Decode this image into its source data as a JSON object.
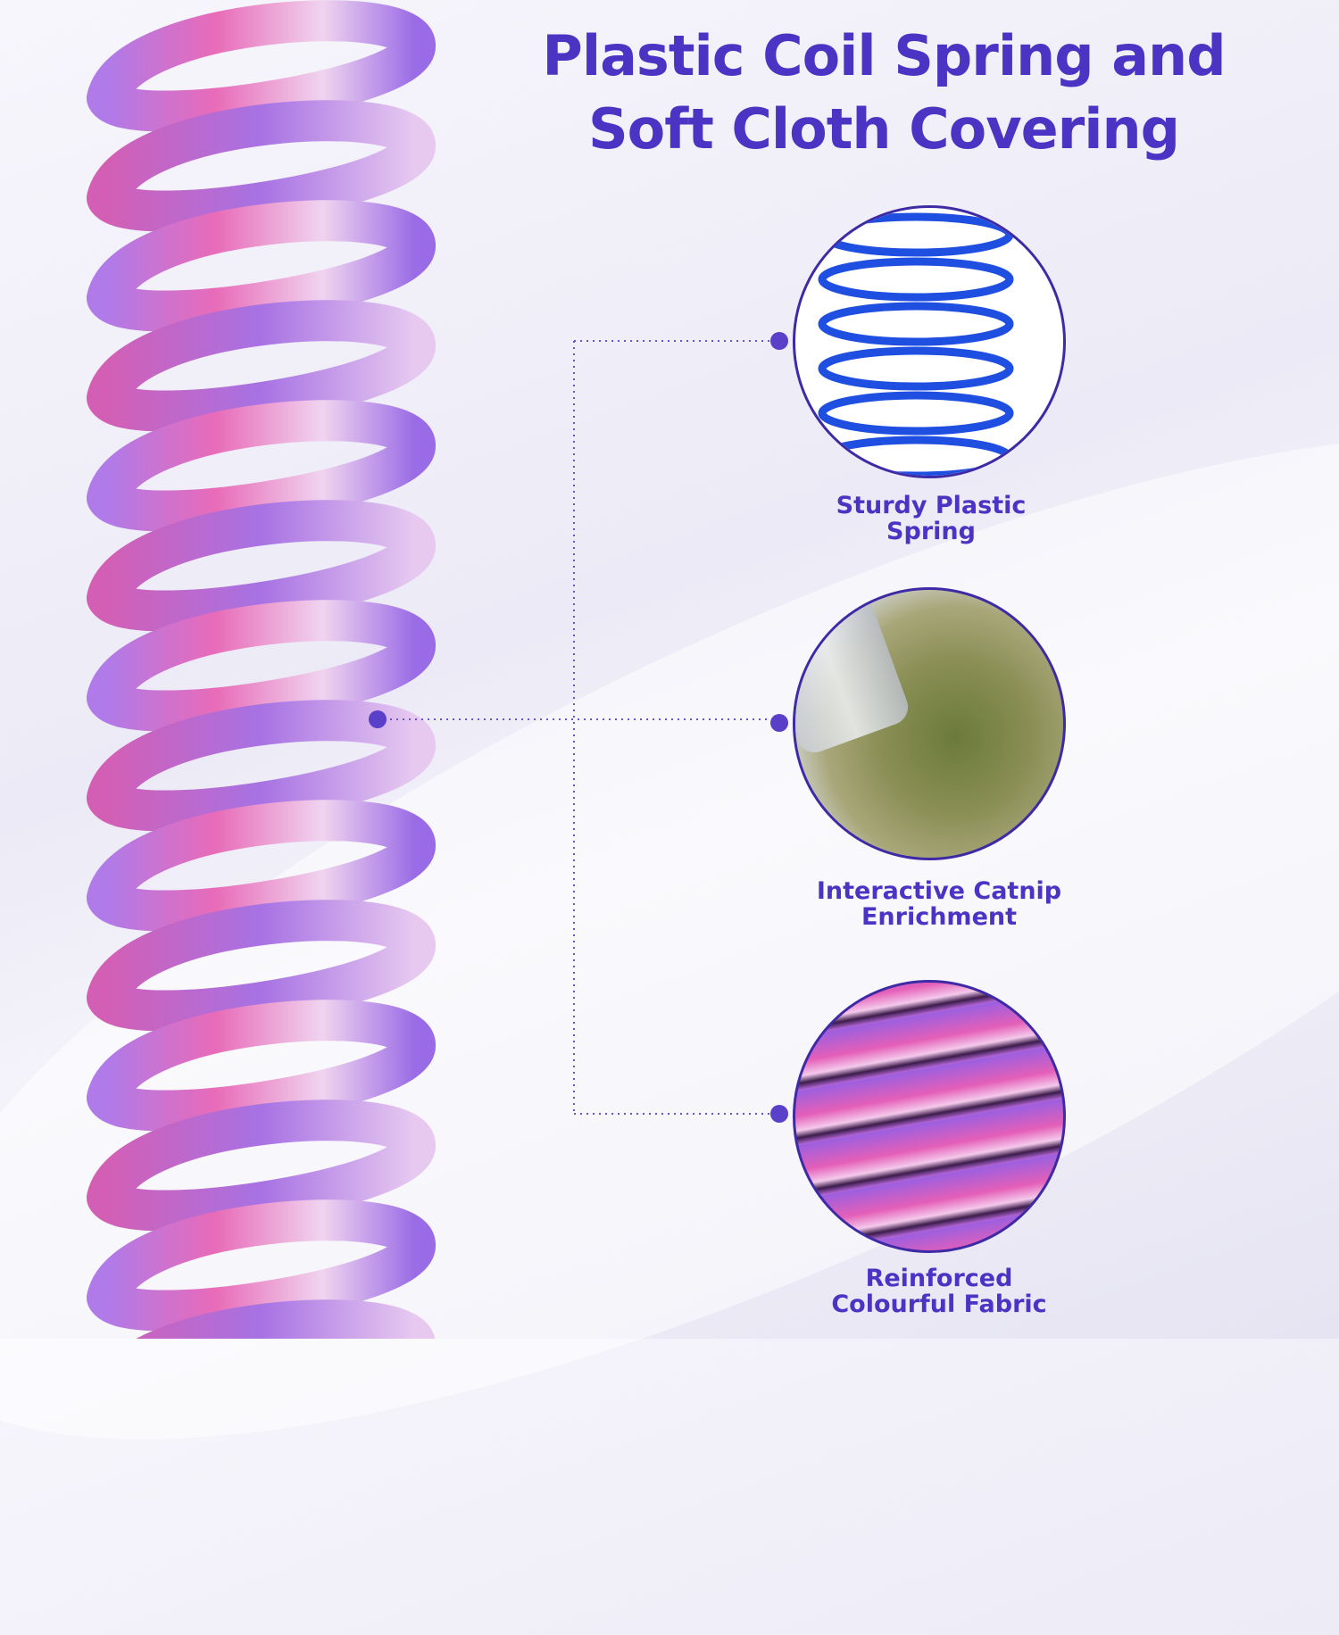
{
  "title": {
    "line1": "Plastic Coil Spring and",
    "line2": "Soft Cloth Covering"
  },
  "features": [
    {
      "line1": "Sturdy Plastic",
      "line2": "Spring",
      "image": "blue-plastic-spring"
    },
    {
      "line1": "Interactive Catnip",
      "line2": "Enrichment",
      "image": "dried-catnip"
    },
    {
      "line1": "Reinforced",
      "line2": "Colourful Fabric",
      "image": "pink-purple-fabric"
    }
  ],
  "colors": {
    "accent": "#4b34c4",
    "spring_blue": "#1f4fe0",
    "fabric_pink": "#e04aa8",
    "fabric_purple": "#9a5be0"
  }
}
